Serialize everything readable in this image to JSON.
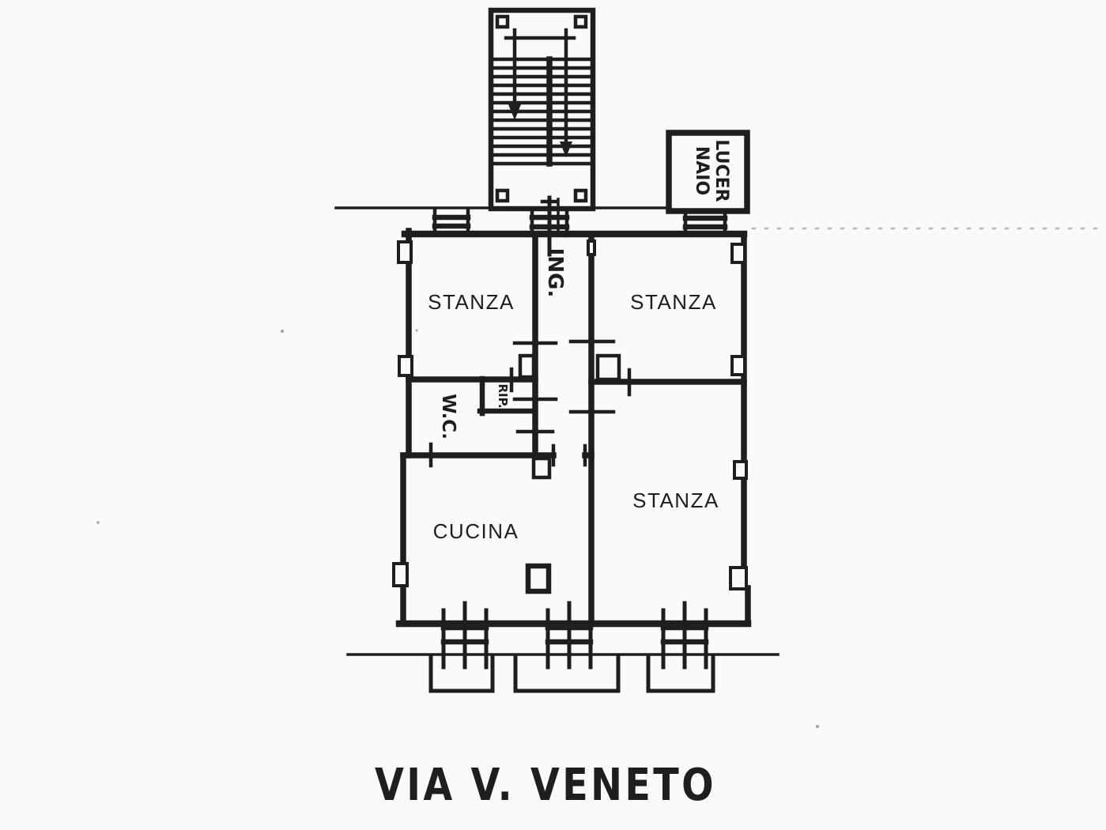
{
  "page": {
    "background": "#fafaf8",
    "ink": "#1e1e1e"
  },
  "plan": {
    "street_name": "VIA  V.  VENETO",
    "labels": {
      "room_top_left": "STANZA",
      "room_top_right": "STANZA",
      "room_bottom_right": "STANZA",
      "kitchen": "CUCINA",
      "entrance": "ING.",
      "wc": "W.C.",
      "storage": "RIP.",
      "skylight_line1": "LUCER",
      "skylight_line2": "NAIO"
    }
  }
}
